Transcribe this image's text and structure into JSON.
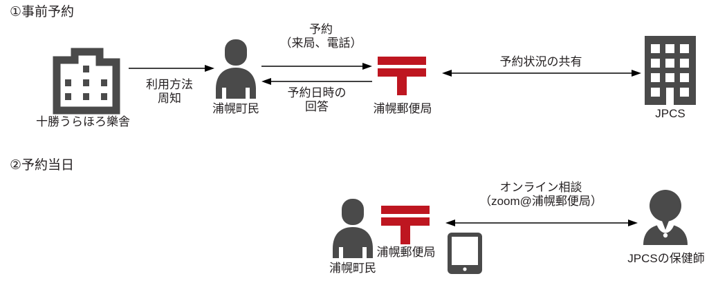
{
  "colors": {
    "ink": "#231f20",
    "icon_dark": "#4a4a4a",
    "icon_dark_alt": "#434343",
    "postal_red": "#be1620",
    "background": "#ffffff"
  },
  "sections": [
    {
      "id": "section-1",
      "heading": "①事前予約"
    },
    {
      "id": "section-2",
      "heading": "②予約当日"
    }
  ],
  "section1": {
    "heading": "①事前予約",
    "nodes": [
      {
        "name": "rakusha",
        "icon": "building-outline-icon",
        "caption": "十勝うらほろ樂舎"
      },
      {
        "name": "resident",
        "icon": "person-icon",
        "caption": "浦幌町民"
      },
      {
        "name": "post-office",
        "icon": "postal-mark-icon",
        "caption": "浦幌郵便局"
      },
      {
        "name": "jpcs",
        "icon": "building-solid-icon",
        "caption": "JPCS"
      }
    ],
    "flows": [
      {
        "name": "usage-notification",
        "direction": "right",
        "label_lines": [
          "利用方法",
          "周知"
        ],
        "label_position": "below"
      },
      {
        "name": "reservation-request",
        "direction": "right",
        "label_lines": [
          "予約",
          "（来局、電話）"
        ],
        "label_position": "above"
      },
      {
        "name": "reservation-datetime-reply",
        "direction": "left",
        "label_lines": [
          "予約日時の",
          "回答"
        ],
        "label_position": "below"
      },
      {
        "name": "reservation-status-sharing",
        "direction": "both",
        "label_lines": [
          "予約状況の共有"
        ],
        "label_position": "above"
      }
    ]
  },
  "section2": {
    "heading": "②予約当日",
    "nodes": [
      {
        "name": "resident",
        "icon": "person-icon",
        "caption": "浦幌町民"
      },
      {
        "name": "post-office",
        "icon": "postal-mark-icon",
        "caption": "浦幌郵便局"
      },
      {
        "name": "tablet",
        "icon": "tablet-icon",
        "caption": ""
      },
      {
        "name": "jpcs-nurse",
        "icon": "nurse-icon",
        "caption": "JPCSの保健師"
      }
    ],
    "flows": [
      {
        "name": "online-consultation",
        "direction": "both",
        "label_lines": [
          "オンライン相談",
          "（zoom@浦幌郵便局）"
        ],
        "label_position": "above"
      }
    ]
  }
}
